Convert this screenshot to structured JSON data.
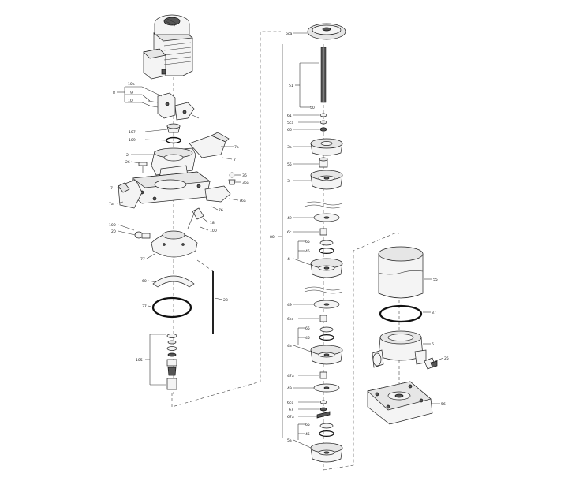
{
  "labels": {
    "l_10a": "10a",
    "l_8": "8",
    "l_9": "9",
    "l_10": "10",
    "l_107": "107",
    "l_109": "109",
    "l_2": "2",
    "l_26": "26",
    "l_7a_top": "7a",
    "l_7": "7",
    "l_7_left": "7",
    "l_7a_left": "7a",
    "l_36": "36",
    "l_36a": "36a",
    "l_76a": "76a",
    "l_76": "76",
    "l_18": "18",
    "l_100_left": "100",
    "l_20": "20",
    "l_100_right": "100",
    "l_77": "77",
    "l_60": "60",
    "l_37_left": "37",
    "l_28": "28",
    "l_105": "105",
    "l_6ca": "6ca",
    "l_51": "51",
    "l_50": "50",
    "l_61": "61",
    "l_5ca": "5ca",
    "l_66": "66",
    "l_3a": "3a",
    "l_55": "55",
    "l_3": "3",
    "l_49_1": "49",
    "l_6c": "6c",
    "l_65_1": "65",
    "l_45_1": "45",
    "l_4": "4",
    "l_80": "80",
    "l_49_2": "49",
    "l_6ca_2": "6ca",
    "l_65_2": "65",
    "l_45_2": "45",
    "l_4a": "4a",
    "l_47a": "47a",
    "l_49_3": "49",
    "l_6cc": "6cc",
    "l_67": "67",
    "l_67a": "67a",
    "l_65_3": "65",
    "l_45_3": "45",
    "l_5a": "5a",
    "l_55_right": "55",
    "l_37_right": "37",
    "l_6": "6",
    "l_25": "25",
    "l_56": "56"
  }
}
